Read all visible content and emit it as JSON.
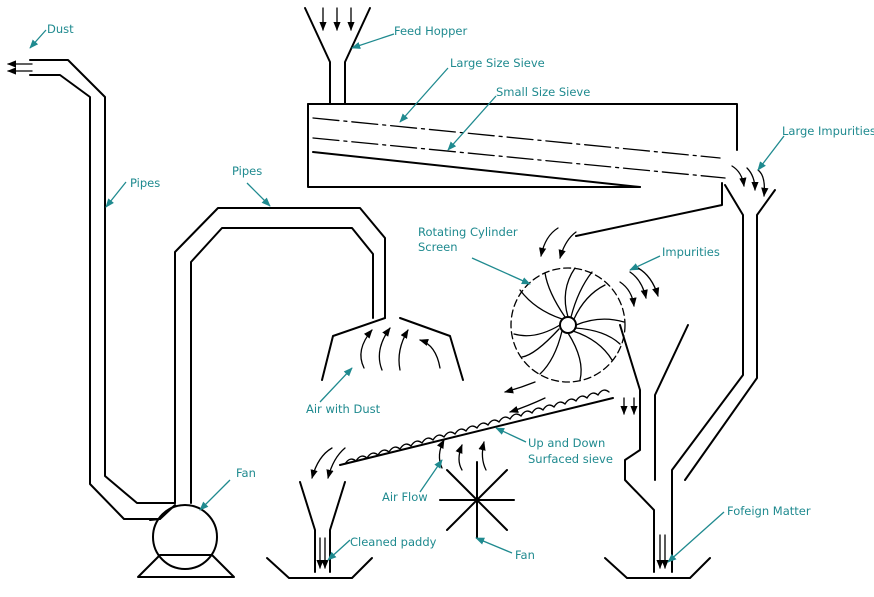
{
  "labels": {
    "dust": "Dust",
    "pipes_left": "Pipes",
    "pipes_top": "Pipes",
    "feed_hopper": "Feed Hopper",
    "large_size_sieve": "Large Size Sieve",
    "small_size_sieve": "Small Size Sieve",
    "large_impurities": "Large Impurities",
    "rotating_cylinder_line1": "Rotating Cylinder",
    "rotating_cylinder_line2": "Screen",
    "impurities": "Impurities",
    "air_with_dust": "Air with Dust",
    "fan_left": "Fan",
    "up_down_line1": "Up and Down",
    "up_down_line2": "Surfaced sieve",
    "air_flow": "Air Flow",
    "cleaned_paddy": "Cleaned paddy",
    "fan_bottom": "Fan",
    "foreign_matter": "Fofeign Matter"
  },
  "colors": {
    "label": "#1f8a8f",
    "line": "#000000",
    "background": "#ffffff"
  }
}
